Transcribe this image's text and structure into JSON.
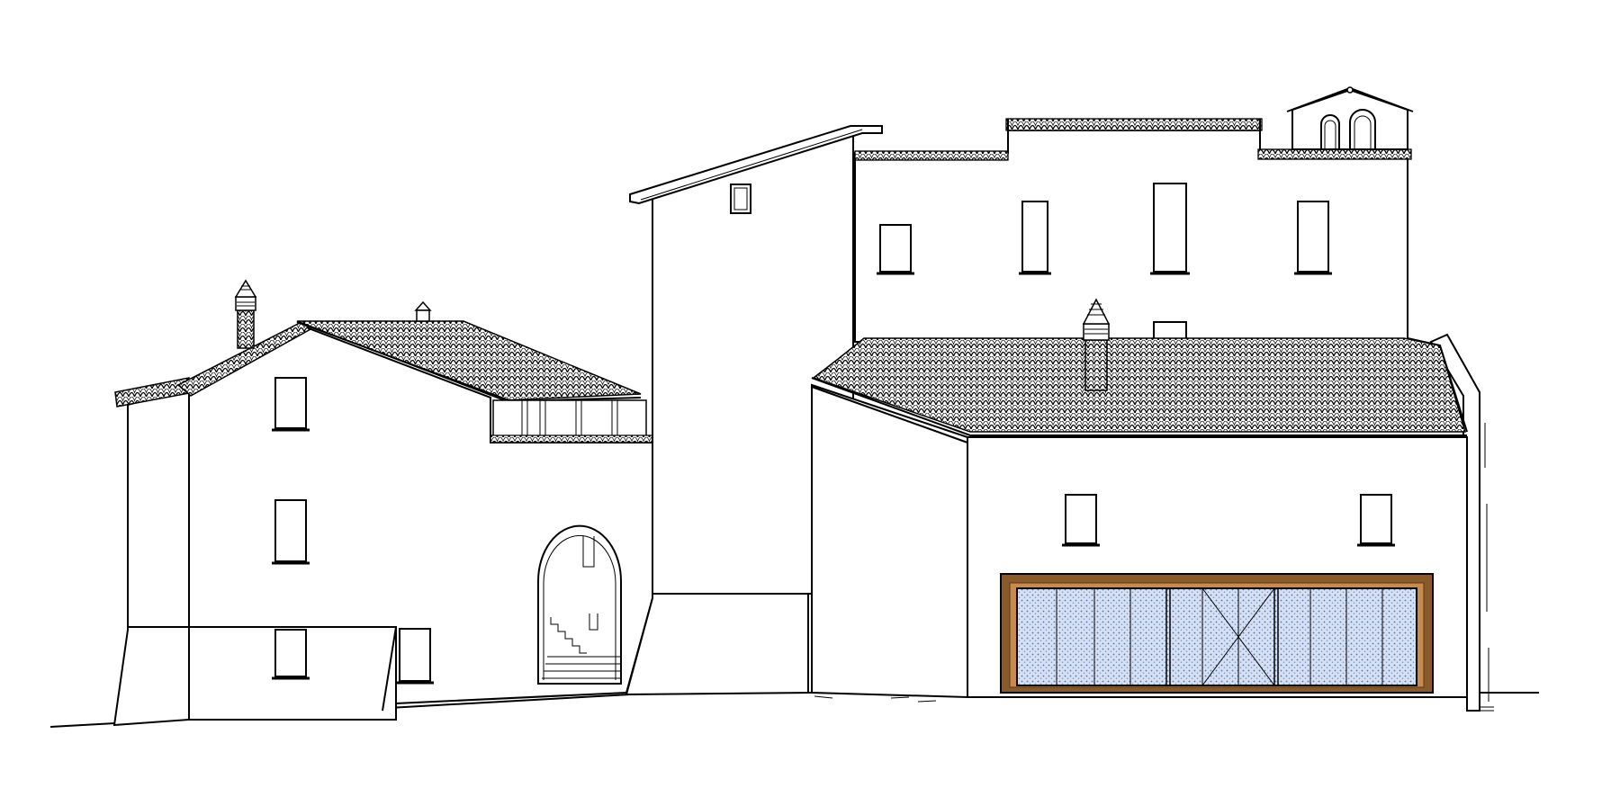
{
  "drawing": {
    "kind": "building-elevation",
    "style": "black line drawing on white",
    "roof_material": "clay tiles",
    "glazing_frame_color": "#8b5a2b",
    "glazing_fill_color": "#c9d6ee"
  }
}
